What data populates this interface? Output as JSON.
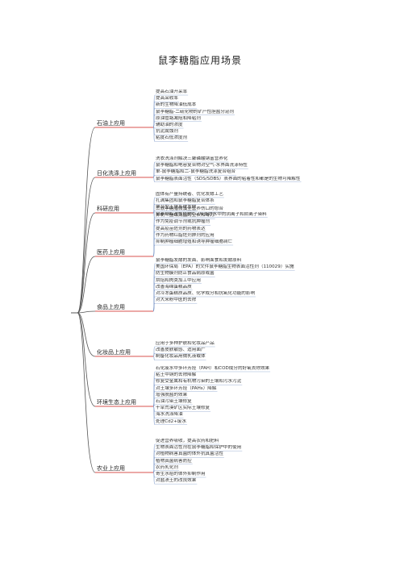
{
  "title": "鼠李糖脂应用场景",
  "colors": {
    "root_line": "#555555",
    "cat_line": "#d9534f",
    "leaf_line": "#7e9ac9",
    "leaf_underline": "#9db2d6"
  },
  "categories": [
    {
      "label": "石油上应用",
      "color": "#6b8fc8",
      "items": [
        "提高石油开采率",
        "提高采收率",
        "新的生物降油低成本",
        "鼠李糖脂-二硫化物的矿产性胆盐分泌剂",
        "原油管路减阻和降粘剂",
        "辅助油的浓度",
        "抗泥腐蚀剂",
        "粘度石低浓度剂"
      ]
    },
    {
      "label": "日化洗涤上应用",
      "color": "#8c6bbf",
      "items": [
        "洗衣洗涤剂解决三聚磷酸钠富营养化",
        "鼠李糖脂和电容复合物对空气-水界面洗涤特性",
        "单-鼠李糖脂和二-鼠李糖脂洗涤复合组合",
        "鼠李糖脂表面活性（SDS/SDBS）表界面的粘着性和都是的生物可降解性"
      ]
    },
    {
      "label": "科研应用",
      "color": "#d9534f",
      "items": [
        "固体有产量持统者、优化发酵工艺",
        "扎满集团和鼠李糖脂复合体系",
        "聚合型土壤系统发酵",
        "鼠李糖脂改性植物Cu/Al去除水中的阴离子和阴离子染料"
      ]
    },
    {
      "label": "医药上应用",
      "color": "#5a9e6f",
      "items": [
        "二软李糖脂微藻全营养伤口的愈合",
        "抑制一些致病菌的生长和毒力",
        "作为免疫调节剂或抗肿瘤剂",
        "提高疫苗佐剂的药物表达",
        "作为药物红脂佐剂肿剂的应用",
        "抑制肿瘤细胞增殖和诱导肿瘤细胞凋亡"
      ]
    },
    {
      "label": "食品上应用",
      "color": "#d48a3c",
      "items": [
        "鼠李糖脂发酵的发面、影响面食和发酵原料",
        "美国环保局（EPA）的文件鼠李糖脂生物表面活性剂（110029）实施",
        "防生物膜剂防止食品病原或菌",
        "烘焙和肉类加工中应用",
        "改善海绵蛋糕品质",
        "对冷冻蛋糕质品质、化学成分和抗氧化功能的影响",
        "对大米粉中医的去除"
      ]
    },
    {
      "label": "化妆品上应用",
      "color": "#c2569b",
      "items": [
        "应用于多种护肤和化妆品产品",
        "改善皮肤敏感、适用面广",
        "制备化妆品用微乳液载体"
      ]
    },
    {
      "label": "环境生态上应用",
      "color": "#4a8fb8",
      "items": [
        "石化废水中多环芳烃（PAH）和COD成分的好氧去除效果",
        "粘土中铜的去除降解",
        "修复受金属和有机物污染的土壤和污水污泥",
        "对土壤多环芳烃（PAHs）降解",
        "增强脱盐的效果",
        "石油污染土壤修复",
        "干旱荒漠矿区实际土壤修复",
        "海水洗涤降油",
        "处理Cd2+废水"
      ]
    },
    {
      "label": "农业上应用",
      "color": "#7aa84a",
      "items": [
        "促进营养吸收，提高农药和肥料",
        "生物表面活性剂在鼠李糖脂和保护中的使用",
        "对植物病害真菌的体外抗真菌活性",
        "植物真菌病害防控",
        "农药乳化剂",
        "寄生水稻的体外抑制作用",
        "对盐渍土的改良效果"
      ]
    }
  ]
}
